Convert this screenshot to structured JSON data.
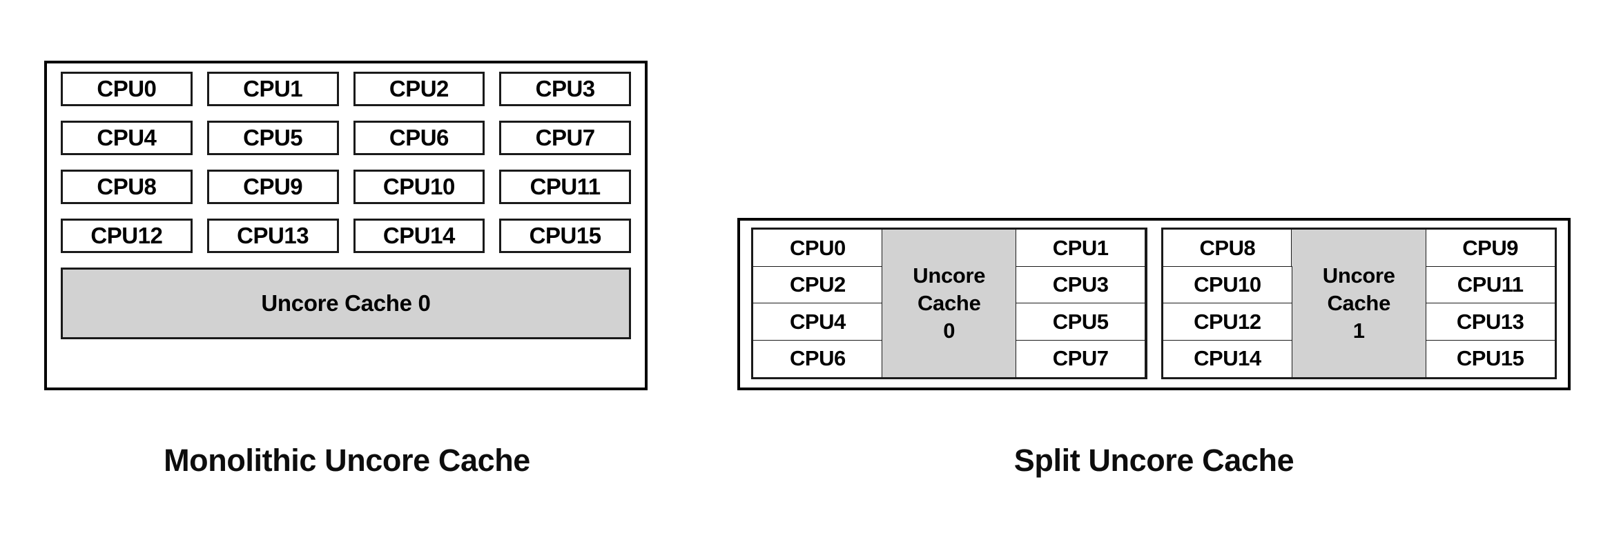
{
  "figures": [
    {
      "id": "monolithic",
      "caption": "Monolithic Uncore Cache",
      "cpus": [
        "CPU0",
        "CPU1",
        "CPU2",
        "CPU3",
        "CPU4",
        "CPU5",
        "CPU6",
        "CPU7",
        "CPU8",
        "CPU9",
        "CPU10",
        "CPU11",
        "CPU12",
        "CPU13",
        "CPU14",
        "CPU15"
      ],
      "cache_label": "Uncore Cache 0"
    },
    {
      "id": "split",
      "caption": "Split Uncore Cache",
      "clusters": [
        {
          "cache_line1": "Uncore",
          "cache_line2": "Cache",
          "cache_line3": "0",
          "left_cpus": [
            "CPU0",
            "CPU2",
            "CPU4",
            "CPU6"
          ],
          "right_cpus": [
            "CPU1",
            "CPU3",
            "CPU5",
            "CPU7"
          ]
        },
        {
          "cache_line1": "Uncore",
          "cache_line2": "Cache",
          "cache_line3": "1",
          "left_cpus": [
            "CPU8",
            "CPU10",
            "CPU12",
            "CPU14"
          ],
          "right_cpus": [
            "CPU9",
            "CPU11",
            "CPU13",
            "CPU15"
          ]
        }
      ]
    }
  ],
  "colors": {
    "cache_fill": "#d2d2d2",
    "box_stroke": "#1a1a1a",
    "background": "#ffffff",
    "text": "#000000"
  }
}
